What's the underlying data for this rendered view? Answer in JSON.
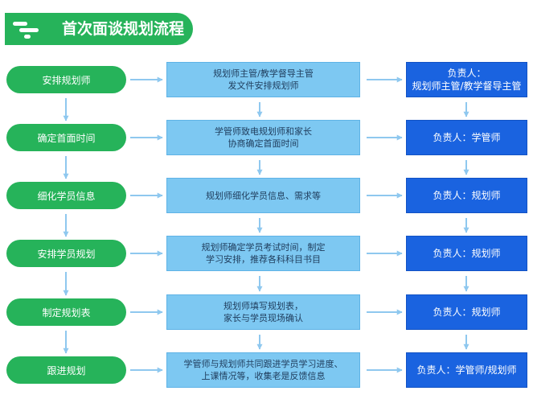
{
  "title": "首次面谈规划流程",
  "colors": {
    "step_bg": "#26b35a",
    "desc_bg": "#7dc8f2",
    "owner_bg": "#1a63e0",
    "arrow": "#8fc8ef"
  },
  "rows": [
    {
      "step": "安排规划师",
      "desc": [
        "规划师主管/教学督导主管",
        "发文件安排规划师"
      ],
      "owner": [
        "负责人：",
        "规划师主管/教学督导主管"
      ]
    },
    {
      "step": "确定首面时间",
      "desc": [
        "学管师致电规划师和家长",
        "协商确定首面时间"
      ],
      "owner": [
        "负责人：学管师"
      ]
    },
    {
      "step": "细化学员信息",
      "desc": [
        "规划师细化学员信息、需求等"
      ],
      "owner": [
        "负责人：规划师"
      ]
    },
    {
      "step": "安排学员规划",
      "desc": [
        "规划师确定学员考试时间，制定",
        "学习安排，推荐各科科目书目"
      ],
      "owner": [
        "负责人：规划师"
      ]
    },
    {
      "step": "制定规划表",
      "desc": [
        "规划师填写规划表，",
        "家长与学员现场确认"
      ],
      "owner": [
        "负责人：规划师"
      ]
    },
    {
      "step": "跟进规划",
      "desc": [
        "学管师与规划师共同跟进学员学习进度、",
        "上课情况等，收集老是反馈信息"
      ],
      "owner": [
        "负责人：学管师/规划师"
      ]
    }
  ]
}
